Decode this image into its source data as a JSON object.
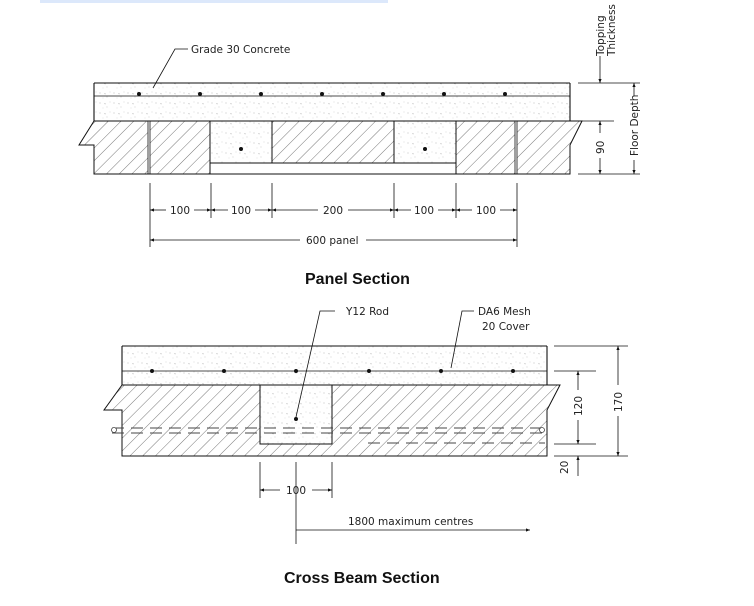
{
  "panel_section": {
    "title": "Panel  Section",
    "concrete_label": "Grade 30 Concrete",
    "topping_label": "Topping Thickness",
    "topping_label_line1": "Topping",
    "topping_label_line2": "Thickness",
    "floor_depth_label": "Floor  Depth",
    "depth_90": "90",
    "dims": [
      "100",
      "100",
      "200",
      "100",
      "100"
    ],
    "panel_dim": "600 panel"
  },
  "cross_beam_section": {
    "title": "Cross Beam Section",
    "rod_label": "Y12 Rod",
    "mesh_label_line1": "DA6 Mesh",
    "mesh_label_line2": "20 Cover",
    "dim_120": "120",
    "dim_170": "170",
    "dim_20": "20",
    "dim_100": "100",
    "centres_dim": "1800 maximum centres"
  }
}
